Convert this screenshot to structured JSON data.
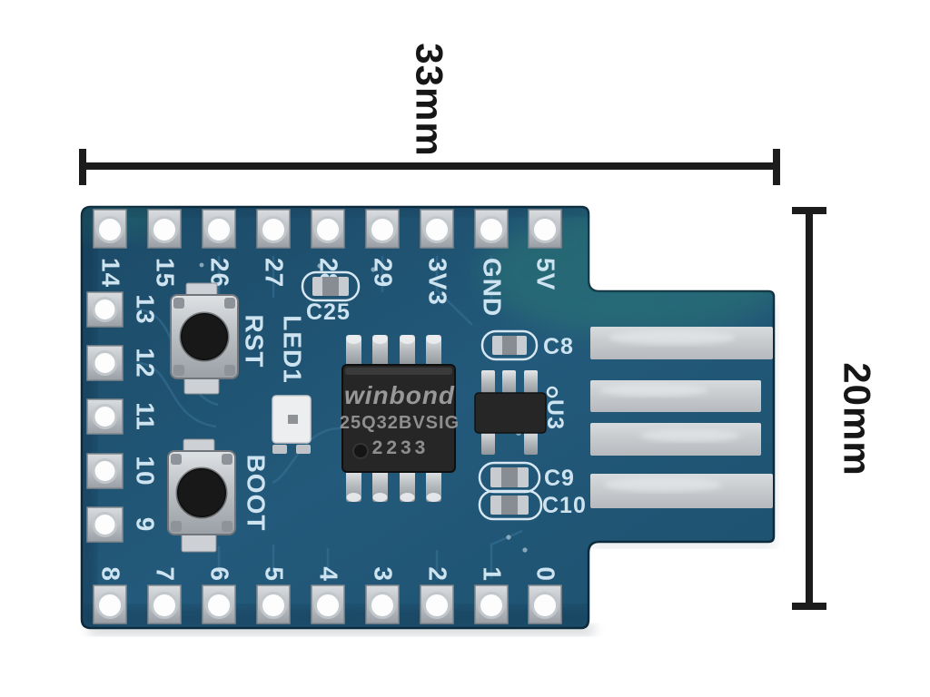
{
  "dimensions": {
    "width": "33mm",
    "height": "20mm"
  },
  "board": {
    "pins": {
      "top": [
        "14",
        "15",
        "26",
        "27",
        "28",
        "29",
        "3V3",
        "GND",
        "5V"
      ],
      "left": [
        "13",
        "12",
        "11",
        "10",
        "9"
      ],
      "bottom": [
        "8",
        "7",
        "6",
        "5",
        "4",
        "3",
        "2",
        "1",
        "0"
      ]
    },
    "buttons": {
      "reset": "RST",
      "boot": "BOOT"
    },
    "led": "LED1",
    "chip": {
      "brand": "winbond",
      "part": "25Q32BVSIG",
      "date_code": "2233"
    },
    "components": {
      "c25": "C25",
      "c8": "C8",
      "u3": "U3",
      "c9": "C9",
      "c10": "C10"
    }
  },
  "colors": {
    "pcb": "#20526f",
    "pcb_dark": "#12374e",
    "silkscreen": "#cde3f0",
    "pad_silver": "#c3c8cd",
    "usb_pad": "#c9cdd2",
    "chip_body": "#262626",
    "chip_text": "#969696",
    "dimension": "#161616",
    "background": "#ffffff"
  }
}
